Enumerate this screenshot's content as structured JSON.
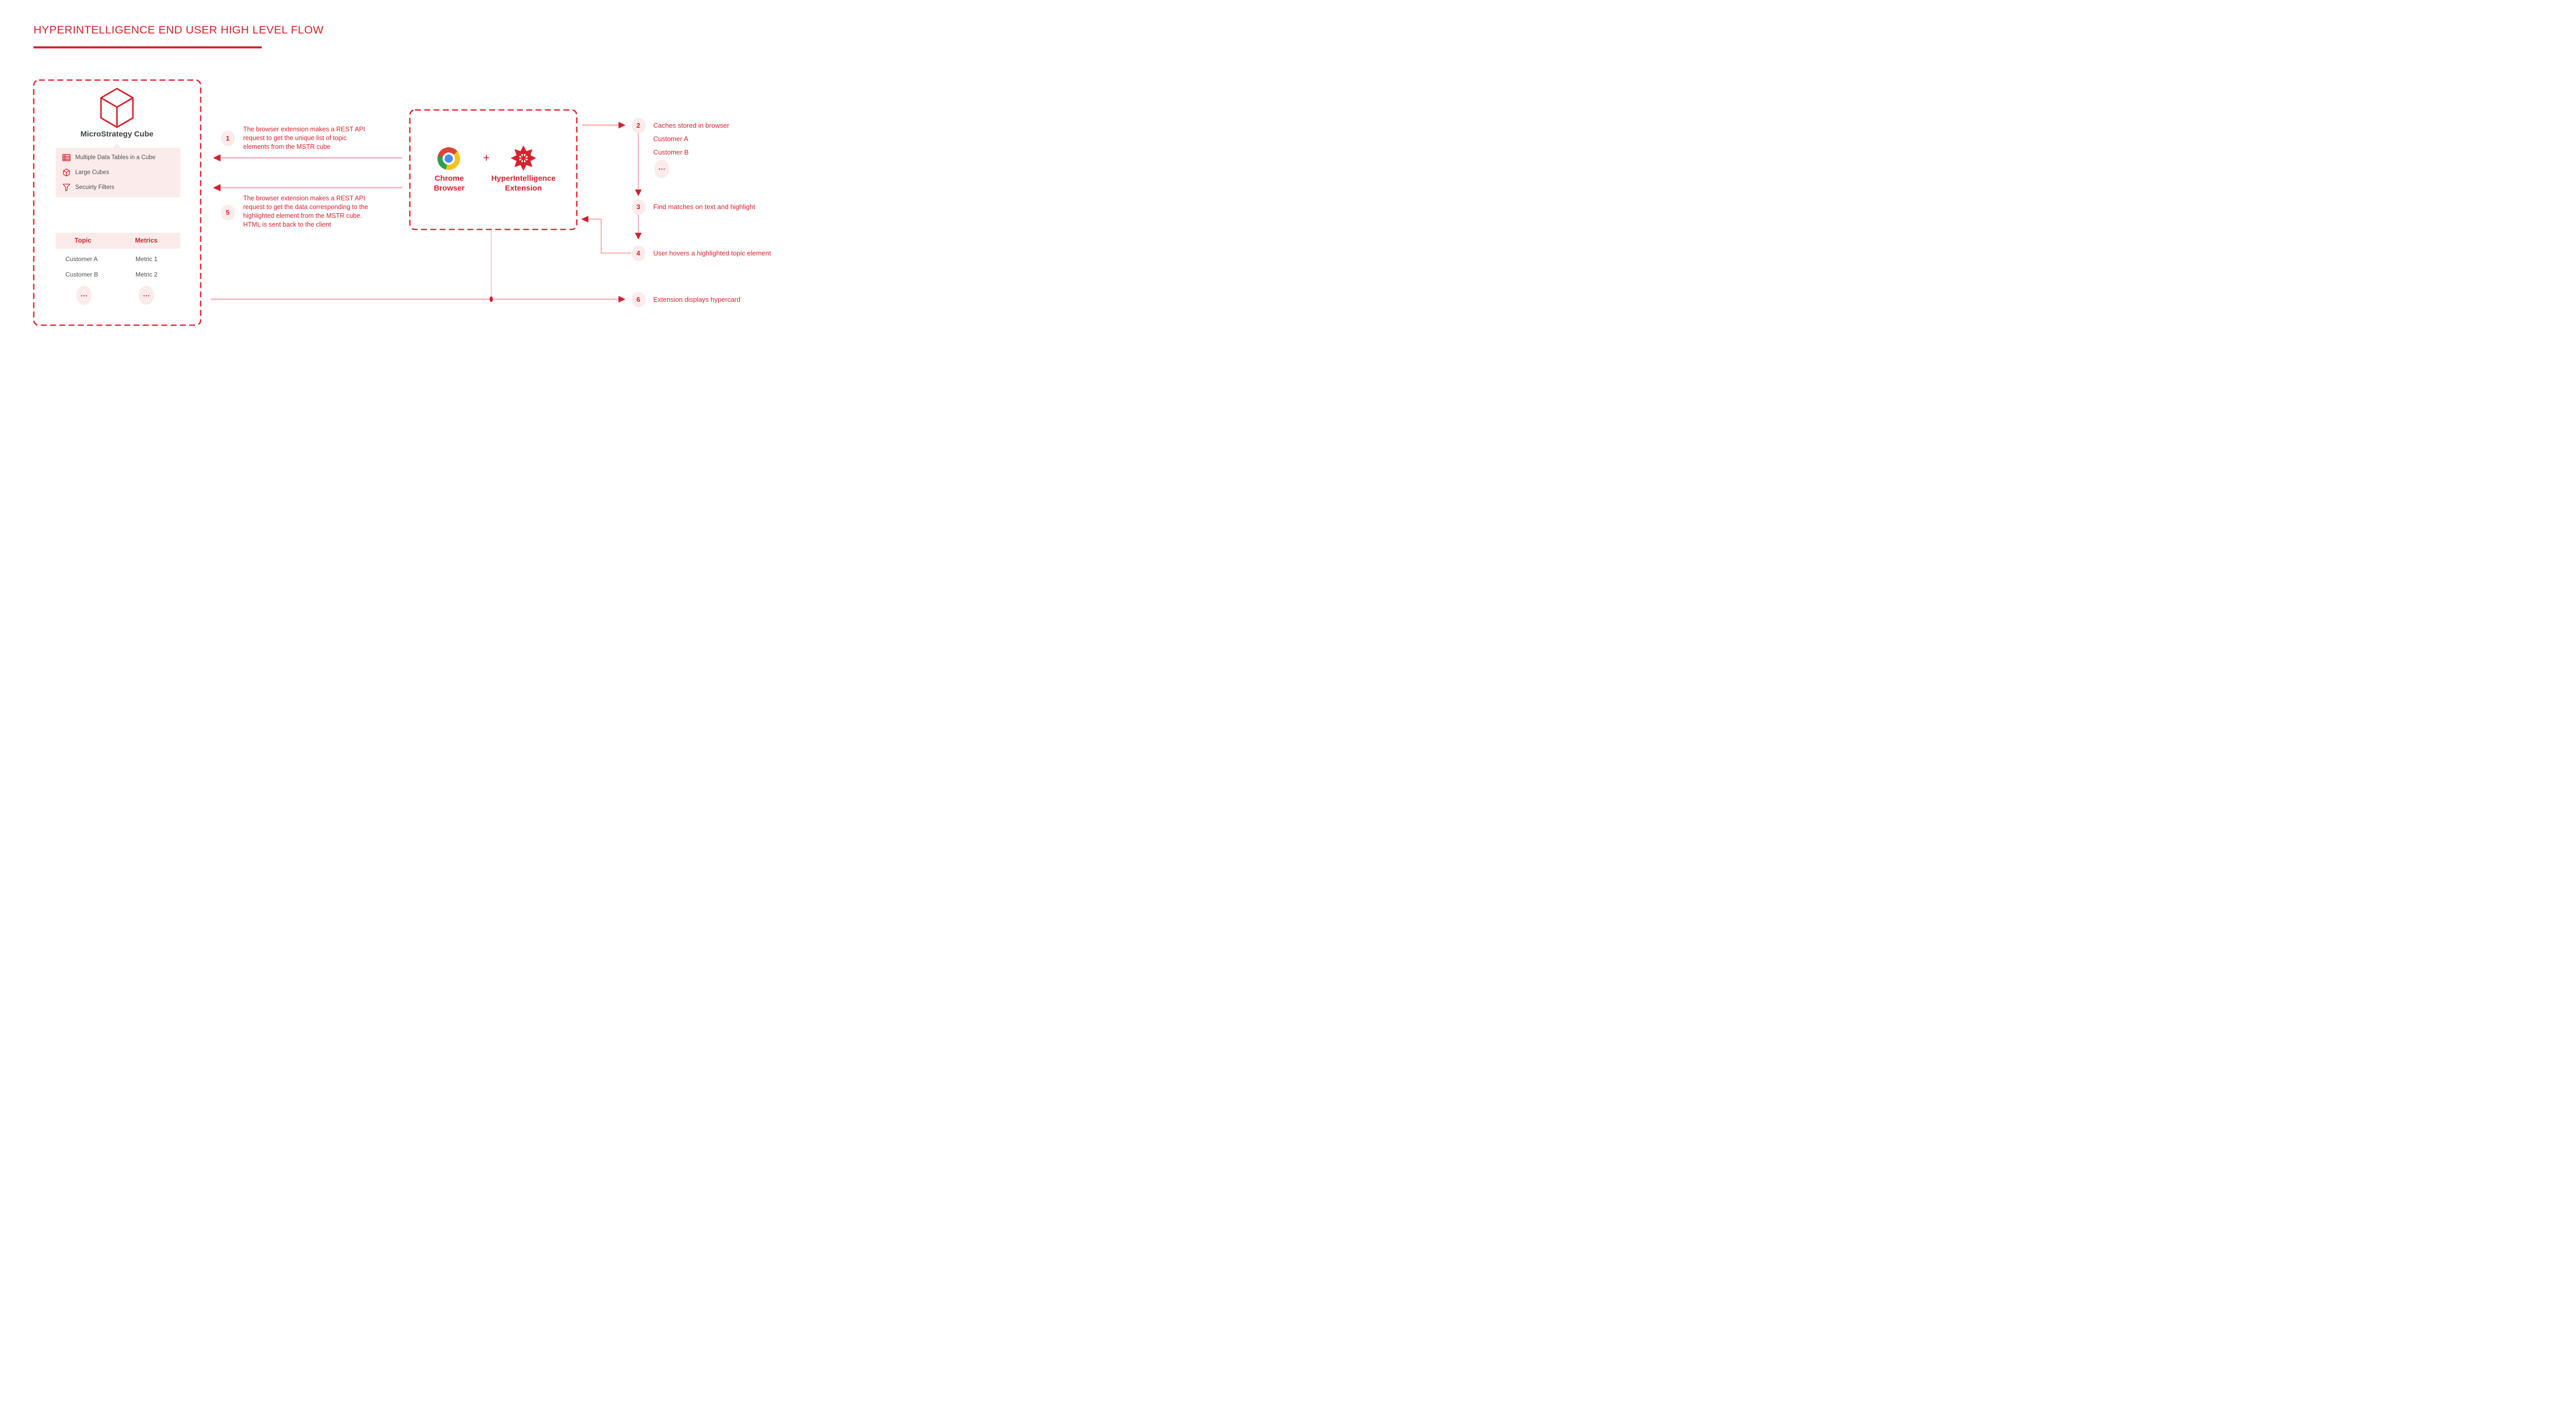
{
  "title": "HYPERINTELLIGENCE END USER HIGH LEVEL FLOW",
  "colors": {
    "red": "#d7212e",
    "border_red": "#e32433",
    "pale_pink_line": "#f4b9be",
    "panel_pink": "#fcebeb",
    "badge_pink": "#fdeaea",
    "dark_text": "#4c4f52",
    "chrome_red": "#db4437",
    "chrome_green": "#2f9e4f",
    "chrome_yellow": "#fbc116",
    "chrome_blue": "#4a8cf5"
  },
  "mstr_box": {
    "title": "MicroStrategy Cube",
    "features": [
      {
        "icon": "table-grid-icon",
        "label": "Multiple Data Tables in a Cube"
      },
      {
        "icon": "cube-icon",
        "label": "Large Cubes"
      },
      {
        "icon": "funnel-icon",
        "label": "Secuirty Filters"
      }
    ],
    "table": {
      "headers": [
        "Topic",
        "Metrics"
      ],
      "rows": [
        [
          "Customer A",
          "Metric 1"
        ],
        [
          "Customer B",
          "Metric 2"
        ]
      ],
      "ellipsis": "•••"
    }
  },
  "browser_box": {
    "chrome_label": "Chrome Browser",
    "plus_sign": "+",
    "extension_label": "HyperIntelligence Extension"
  },
  "steps": [
    {
      "num": "1",
      "lines": [
        "The browser extension makes a REST API",
        "request to get the unique list of topic",
        "elements from the MSTR cube"
      ]
    },
    {
      "num": "2",
      "label": "Caches stored in browser",
      "items": [
        "Customer A",
        "Customer B"
      ],
      "ellipsis": "•••"
    },
    {
      "num": "3",
      "label": "Find matches on text and highlight"
    },
    {
      "num": "4",
      "label": "User hovers a highlighted topic element"
    },
    {
      "num": "5",
      "lines": [
        "The browser extension makes a REST API",
        "request to get the data corresponding to the",
        "highlighted element from the MSTR cube.",
        "HTML is sent back to the client"
      ]
    },
    {
      "num": "6",
      "label": "Extension displays hypercard"
    }
  ]
}
